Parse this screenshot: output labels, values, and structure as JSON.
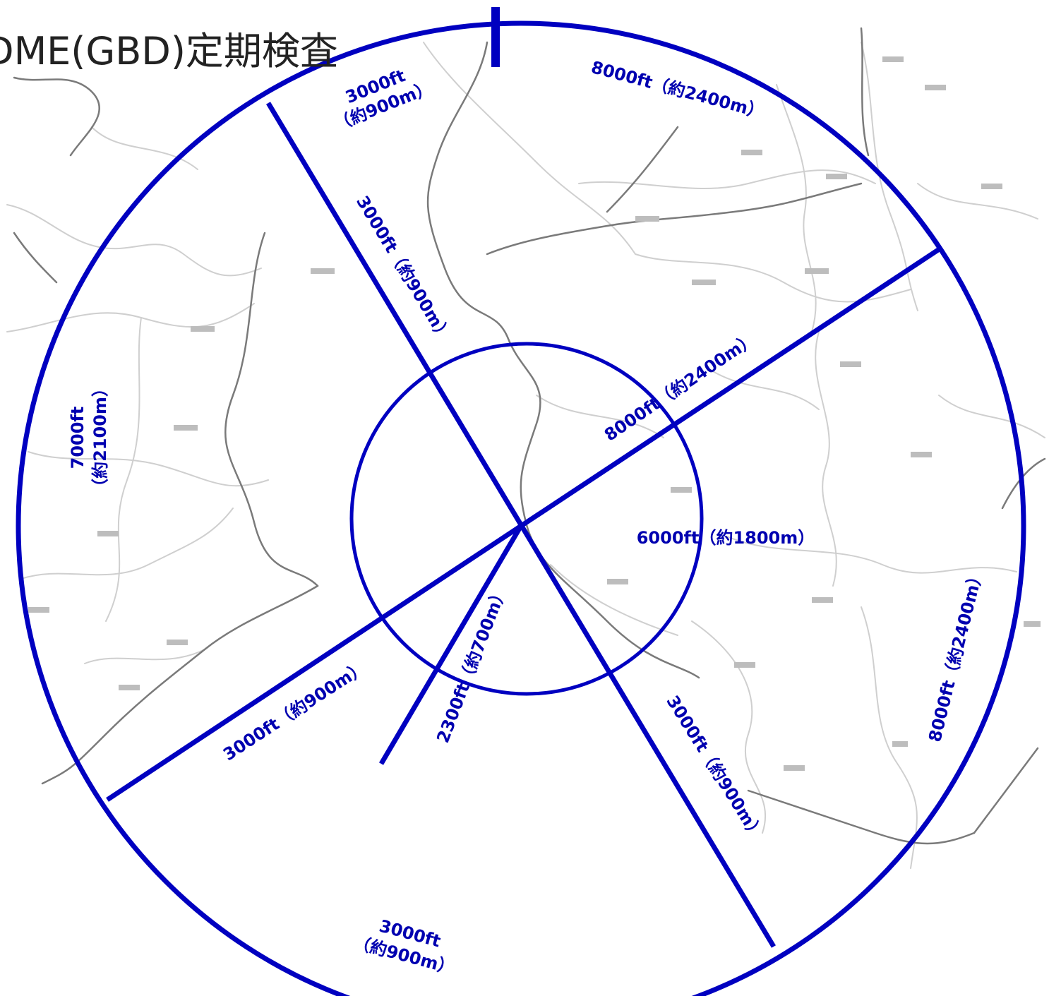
{
  "title": "DME(GBD)定期検査",
  "colors": {
    "boundary": "#0000c0",
    "label": "#0000b0",
    "basemap": "#c8c8c8",
    "basemap_dark": "#8a8a8a"
  },
  "labels": {
    "n_sector": [
      "3000ft",
      "（約900m）"
    ],
    "ne_sector": "8000ft（約2400m）",
    "nw_line": "3000ft（約900m）",
    "w_sector": [
      "7000ft",
      "（約2100m）"
    ],
    "ene_line": "8000ft（約2400m）",
    "inner_circle": "6000ft（約1800m）",
    "e_sector": "8000ft（約2400m）",
    "ssw_line": "2300ft（約700m）",
    "sw_line": "3000ft（約900m）",
    "se_line": "3000ft（約900m）",
    "s_sector": [
      "3000ft",
      "（約900m）"
    ]
  }
}
